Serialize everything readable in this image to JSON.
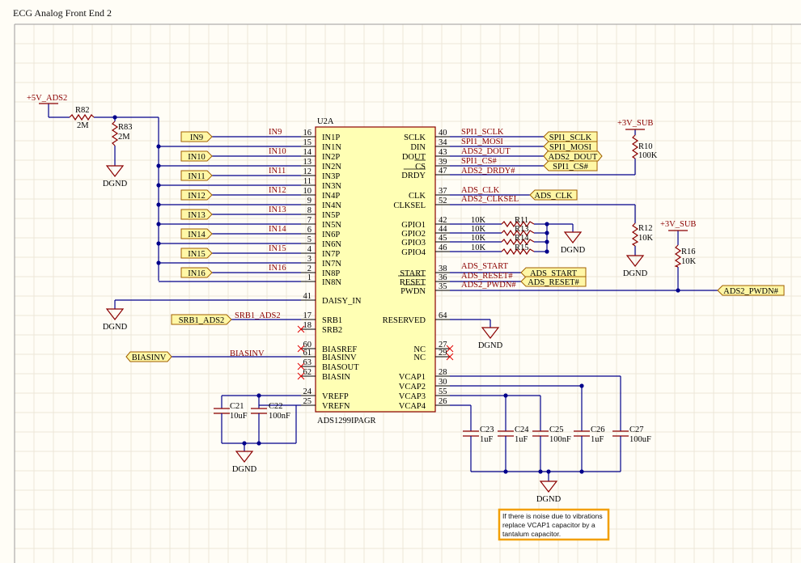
{
  "title": "ECG Analog Front End 2",
  "ic": {
    "ref": "U2A",
    "part": "ADS1299IPAGR",
    "left_pins": [
      {
        "num": "16",
        "name": "IN1P",
        "net": "IN9"
      },
      {
        "num": "15",
        "name": "IN1N",
        "net": ""
      },
      {
        "num": "14",
        "name": "IN2P",
        "net": "IN10"
      },
      {
        "num": "13",
        "name": "IN2N",
        "net": ""
      },
      {
        "num": "12",
        "name": "IN3P",
        "net": "IN11"
      },
      {
        "num": "11",
        "name": "IN3N",
        "net": ""
      },
      {
        "num": "10",
        "name": "IN4P",
        "net": "IN12"
      },
      {
        "num": "9",
        "name": "IN4N",
        "net": ""
      },
      {
        "num": "8",
        "name": "IN5P",
        "net": "IN13"
      },
      {
        "num": "7",
        "name": "IN5N",
        "net": ""
      },
      {
        "num": "6",
        "name": "IN6P",
        "net": "IN14"
      },
      {
        "num": "5",
        "name": "IN6N",
        "net": ""
      },
      {
        "num": "4",
        "name": "IN7P",
        "net": "IN15"
      },
      {
        "num": "3",
        "name": "IN7N",
        "net": ""
      },
      {
        "num": "2",
        "name": "IN8P",
        "net": "IN16"
      },
      {
        "num": "1",
        "name": "IN8N",
        "net": ""
      },
      {
        "num": "41",
        "name": "DAISY_IN",
        "net": ""
      },
      {
        "num": "17",
        "name": "SRB1",
        "net": "SRB1_ADS2"
      },
      {
        "num": "18",
        "name": "SRB2",
        "net": ""
      },
      {
        "num": "60",
        "name": "BIASREF",
        "net": ""
      },
      {
        "num": "61",
        "name": "BIASINV",
        "net": "BIASINV"
      },
      {
        "num": "63",
        "name": "BIASOUT",
        "net": ""
      },
      {
        "num": "62",
        "name": "BIASIN",
        "net": ""
      },
      {
        "num": "24",
        "name": "VREFP",
        "net": ""
      },
      {
        "num": "25",
        "name": "VREFN",
        "net": ""
      }
    ],
    "right_pins": [
      {
        "num": "40",
        "name": "SCLK",
        "net": "SPI1_SCLK"
      },
      {
        "num": "34",
        "name": "DIN",
        "net": "SPI1_MOSI"
      },
      {
        "num": "43",
        "name": "DOUT",
        "net": "ADS2_DOUT"
      },
      {
        "num": "39",
        "name": "CS",
        "net": "SPI1_CS#"
      },
      {
        "num": "47",
        "name": "DRDY",
        "net": "ADS2_DRDY#"
      },
      {
        "num": "37",
        "name": "CLK",
        "net": "ADS_CLK"
      },
      {
        "num": "52",
        "name": "CLKSEL",
        "net": "ADS2_CLKSEL"
      },
      {
        "num": "42",
        "name": "GPIO1",
        "net": ""
      },
      {
        "num": "44",
        "name": "GPIO2",
        "net": ""
      },
      {
        "num": "45",
        "name": "GPIO3",
        "net": ""
      },
      {
        "num": "46",
        "name": "GPIO4",
        "net": ""
      },
      {
        "num": "38",
        "name": "START",
        "net": "ADS_START"
      },
      {
        "num": "36",
        "name": "RESET",
        "net": "ADS_RESET#"
      },
      {
        "num": "35",
        "name": "PWDN",
        "net": "ADS2_PWDN#"
      },
      {
        "num": "64",
        "name": "RESERVED",
        "net": ""
      },
      {
        "num": "27",
        "name": "NC",
        "net": ""
      },
      {
        "num": "29",
        "name": "NC",
        "net": ""
      },
      {
        "num": "28",
        "name": "VCAP1",
        "net": ""
      },
      {
        "num": "30",
        "name": "VCAP2",
        "net": ""
      },
      {
        "num": "55",
        "name": "VCAP3",
        "net": ""
      },
      {
        "num": "26",
        "name": "VCAP4",
        "net": ""
      }
    ]
  },
  "input_ports": [
    "IN9",
    "IN10",
    "IN11",
    "IN12",
    "IN13",
    "IN14",
    "IN15",
    "IN16"
  ],
  "other_ports": {
    "srb1": "SRB1_ADS2",
    "biasinv": "BIASINV",
    "spi_sclk": "SPI1_SCLK",
    "spi_mosi": "SPI1_MOSI",
    "dout": "ADS2_DOUT",
    "cs": "SPI1_CS#",
    "clk": "ADS_CLK",
    "start": "ADS_START",
    "reset": "ADS_RESET#",
    "pwdn": "ADS2_PWDN#"
  },
  "power": {
    "p5": "+5V_ADS2",
    "p3a": "+3V_SUB",
    "p3b": "+3V_SUB",
    "gnd": "DGND"
  },
  "resistors": {
    "r82": {
      "ref": "R82",
      "val": "2M"
    },
    "r83": {
      "ref": "R83",
      "val": "2M"
    },
    "r10": {
      "ref": "R10",
      "val": "100K"
    },
    "r12": {
      "ref": "R12",
      "val": "10K"
    },
    "r16": {
      "ref": "R16",
      "val": "10K"
    },
    "r11": {
      "ref": "R11",
      "val": "10K"
    },
    "r13": {
      "ref": "R13",
      "val": "10K"
    },
    "r14": {
      "ref": "R14",
      "val": "10K"
    },
    "r15": {
      "ref": "R15",
      "val": "10K"
    }
  },
  "capacitors": {
    "c21": {
      "ref": "C21",
      "val": "10uF"
    },
    "c22": {
      "ref": "C22",
      "val": "100nF"
    },
    "c23": {
      "ref": "C23",
      "val": "1uF"
    },
    "c24": {
      "ref": "C24",
      "val": "1uF"
    },
    "c25": {
      "ref": "C25",
      "val": "100nF"
    },
    "c26": {
      "ref": "C26",
      "val": "1uF"
    },
    "c27": {
      "ref": "C27",
      "val": "100uF"
    }
  },
  "note": {
    "line1": "If there is noise due to vibrations",
    "line2": "replace VCAP1 capacitor by a",
    "line3": "tantalum capacitor."
  },
  "colors": {
    "wire": "#00008b",
    "part": "#8b0000",
    "ic_body": "#ffffb4",
    "port_fill": "#fff7a6",
    "note_border": "#f29f00",
    "background": "#fffdf6"
  }
}
